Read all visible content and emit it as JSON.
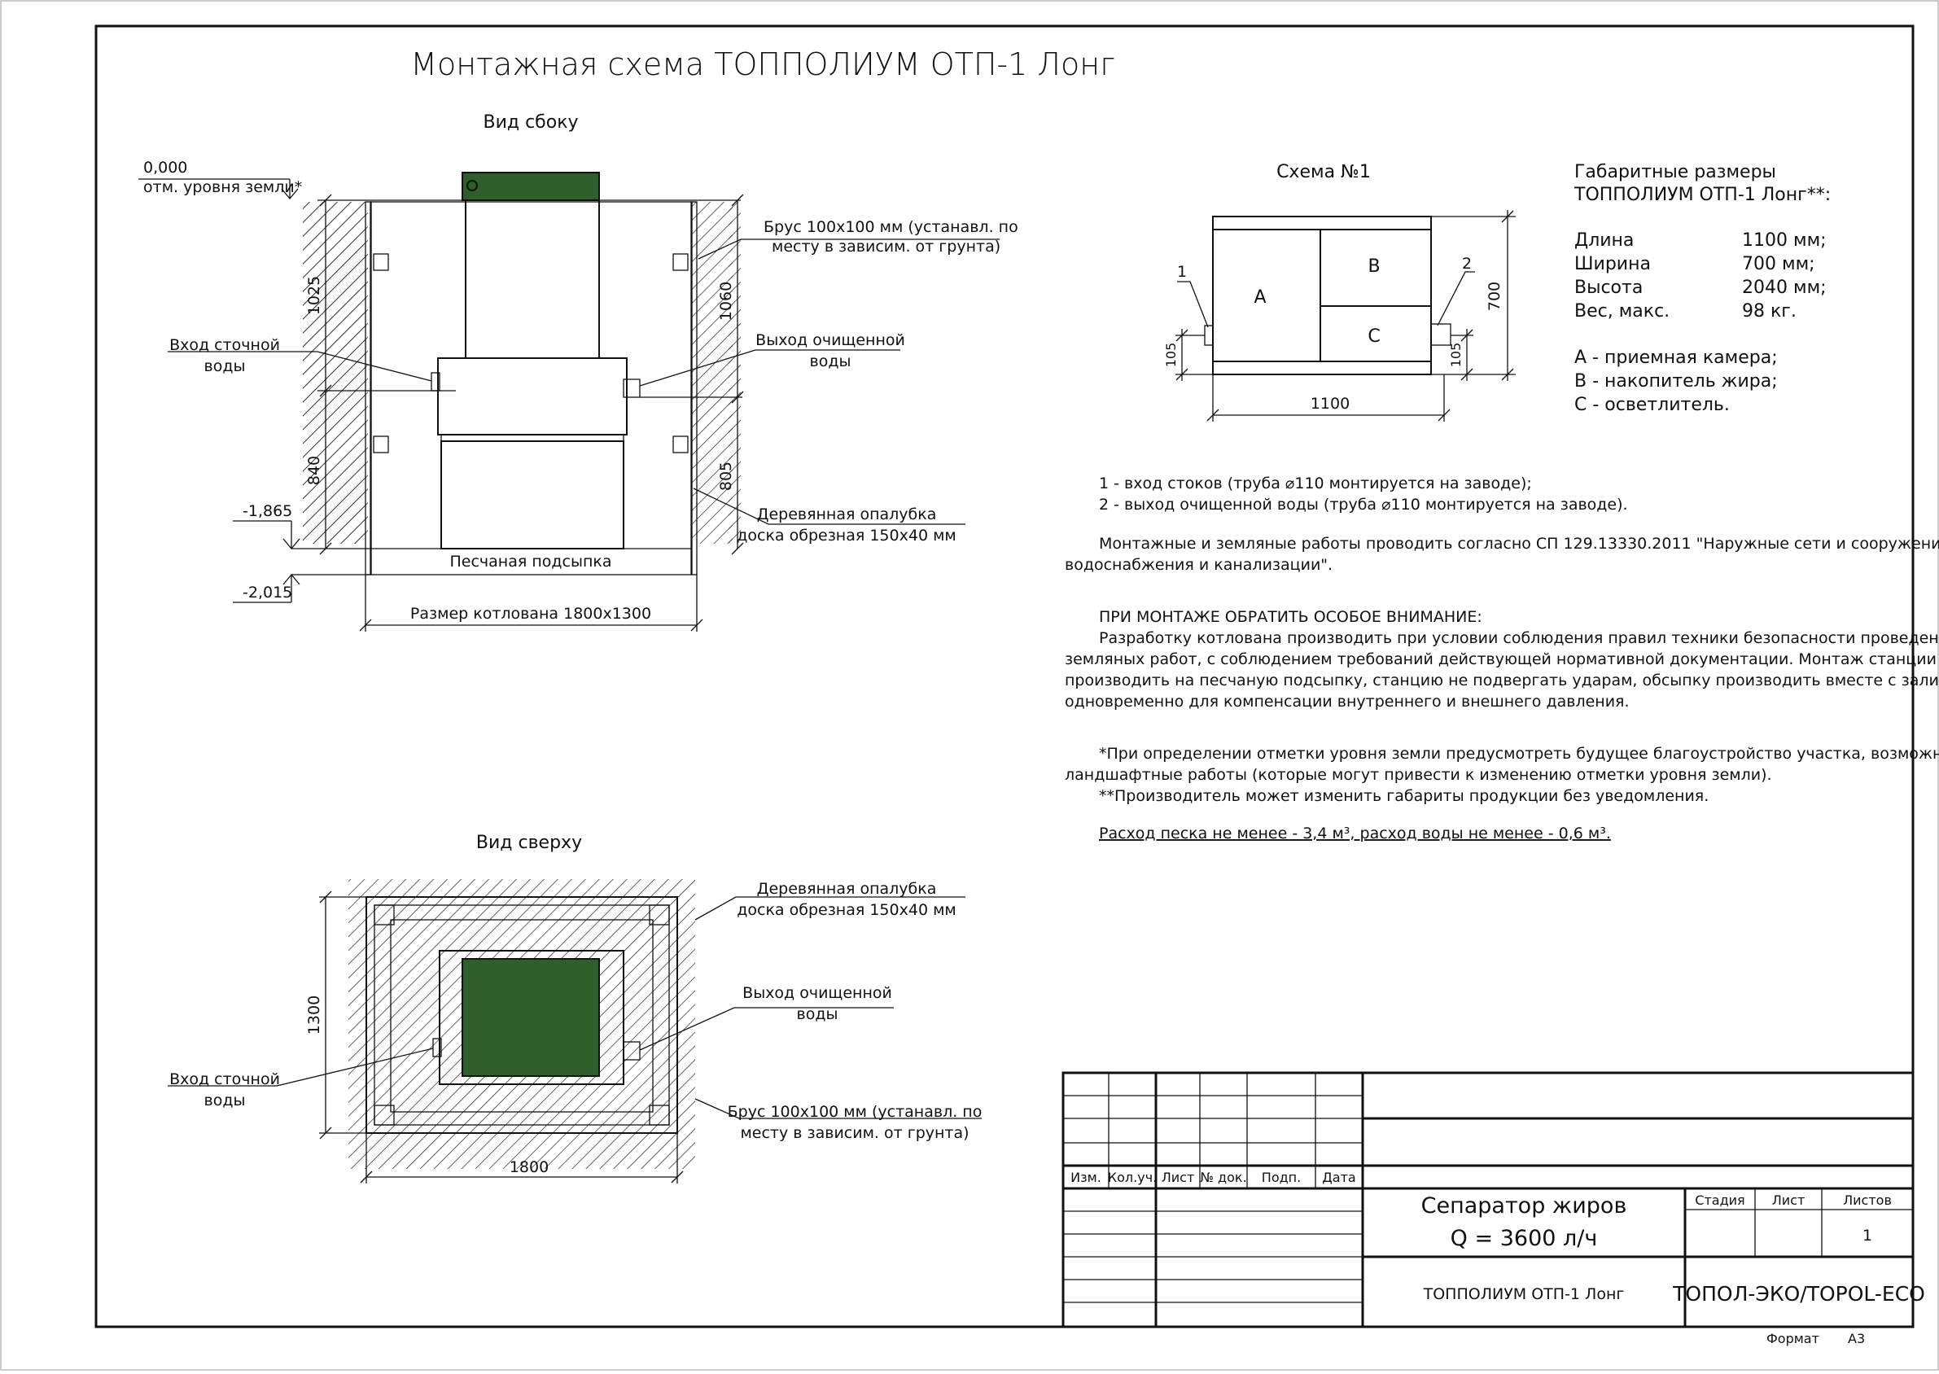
{
  "title": "Монтажная схема ТОППОЛИУМ ОТП-1 Лонг",
  "side_view": {
    "title": "Вид сбоку",
    "ground_level_value": "0,000",
    "ground_level_label": "отм. уровня земли*",
    "beam_label_1": "Брус 100х100 мм (устанавл. по",
    "beam_label_2": "месту в зависим. от грунта)",
    "inlet_label_1": "Вход сточной",
    "inlet_label_2": "воды",
    "outlet_label_1": "Выход очищенной",
    "outlet_label_2": "воды",
    "formwork_label_1": "Деревянная опалубка",
    "formwork_label_2": "доска обрезная 150х40 мм",
    "sand_label": "Песчаная подсыпка",
    "pit_size_label": "Размер котлована 1800х1300",
    "level_1": "-1,865",
    "level_2": "-2,015",
    "dim_left_top": "1025",
    "dim_left_bottom": "840",
    "dim_right_top": "1060",
    "dim_right_bottom": "805"
  },
  "top_view": {
    "title": "Вид сверху",
    "formwork_label_1": "Деревянная опалубка",
    "formwork_label_2": "доска обрезная 150х40 мм",
    "outlet_label_1": "Выход очищенной",
    "outlet_label_2": "воды",
    "inlet_label_1": "Вход сточной",
    "inlet_label_2": "воды",
    "beam_label_1": "Брус 100х100 мм (устанавл. по",
    "beam_label_2": "месту в зависим. от грунта)",
    "dim_height": "1300",
    "dim_width": "1800"
  },
  "scheme": {
    "title": "Схема №1",
    "chamber_a": "A",
    "chamber_b": "B",
    "chamber_c": "C",
    "pipe_1": "1",
    "pipe_2": "2",
    "dim_height": "700",
    "dim_width": "1100",
    "dim_pipe_left": "105",
    "dim_pipe_right": "105"
  },
  "dimensions": {
    "title_1": "Габаритные размеры",
    "title_2": "ТОППОЛИУМ ОТП-1 Лонг**:",
    "rows": [
      {
        "label": "Длина",
        "value": "1100 мм;"
      },
      {
        "label": "Ширина",
        "value": "700 мм;"
      },
      {
        "label": "Высота",
        "value": "2040 мм;"
      },
      {
        "label": "Вес, макс.",
        "value": "98 кг."
      }
    ],
    "legend": [
      "A - приемная камера;",
      "B - накопитель жира;",
      "C - осветлитель."
    ]
  },
  "notes": {
    "pipe_1": "1 - вход  стоков (труба ⌀110 монтируется на заводе);",
    "pipe_2": "2 - выход очищенной воды (труба ⌀110 монтируется на заводе).",
    "works_1": "Монтажные и земляные работы проводить согласно СП 129.13330.2011 \"Наружные сети и сооружения",
    "works_2": "водоснабжения и канализации\".",
    "attention_title": "ПРИ МОНТАЖЕ ОБРАТИТЬ ОСОБОЕ ВНИМАНИЕ:",
    "attention_1": "Разработку котлована производить при условии соблюдения правил техники безопасности проведения",
    "attention_2": "земляных работ, с соблюдением требований действующей нормативной документации. Монтаж станции",
    "attention_3": "производить на песчаную подсыпку, станцию не подвергать ударам, обсыпку производить вместе с заливкой",
    "attention_4": "одновременно для компенсации внутреннего и внешнего давления.",
    "footnote_1a": "*При определении отметки уровня земли предусмотреть будущее благоустройство участка, возможные",
    "footnote_1b": "ландшафтные работы (которые могут привести к изменению отметки уровня земли).",
    "footnote_2": "**Производитель может изменить габариты продукции без уведомления.",
    "consumption": "Расход песка не менее - 3,4 м³, расход воды не менее - 0,6 м³."
  },
  "title_block": {
    "col_headers": [
      "Изм.",
      "Кол.уч.",
      "Лист",
      "№ док.",
      "Подп.",
      "Дата"
    ],
    "product_line_1": "Сепаратор жиров",
    "product_line_2": "Q = 3600 л/ч",
    "stage_header": "Стадия",
    "sheet_header": "Лист",
    "sheets_header": "Листов",
    "sheets_value": "1",
    "model": "ТОППОЛИУМ ОТП-1 Лонг",
    "company": "ТОПОЛ-ЭКО/TOPOL-ECO",
    "format_label": "Формат",
    "format_value": "А3"
  },
  "colors": {
    "lid": "#2e5e2a",
    "sand": "#f4ecc8",
    "sand_hatch": "#d9cc7a",
    "soil_hatch": "#222222"
  }
}
